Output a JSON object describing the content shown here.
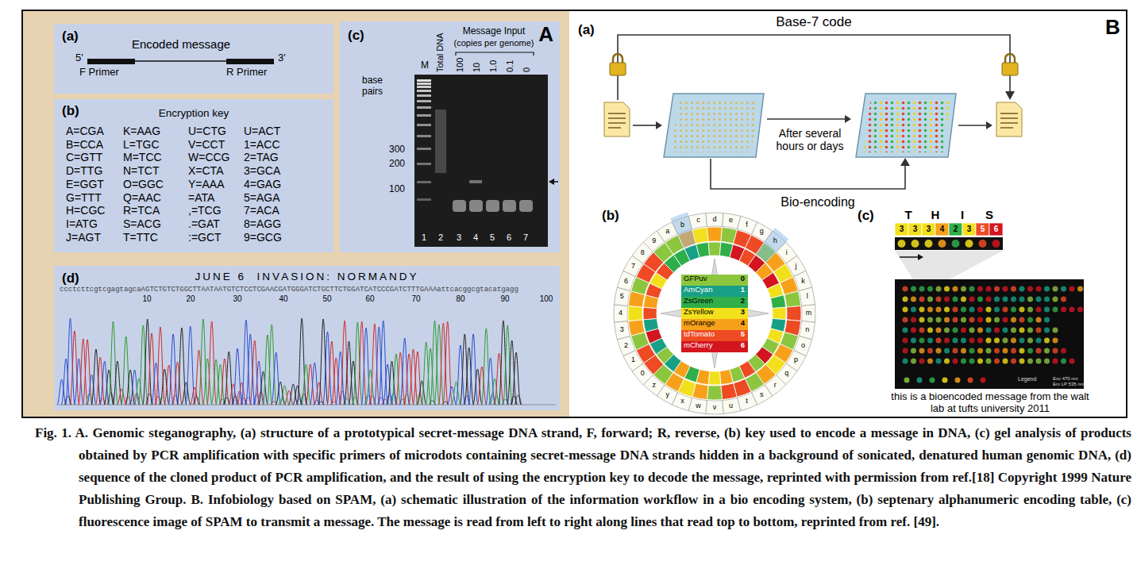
{
  "diagram": {
    "caption": "Fig. 1. A. Genomic steganography, (a) structure of a prototypical secret-message DNA strand, F, forward; R, reverse, (b) key used to encode a message in DNA, (c) gel analysis of products obtained by PCR amplification with specific primers of microdots containing secret-message DNA strands hidden in a background of sonicated, denatured human genomic DNA, (d) sequence of the cloned product of PCR amplification, and the result of using the encryption key to decode the message, reprinted with permission from ref.[18] Copyright 1999 Nature Publishing Group. B. Infobiology based on SPAM, (a) schematic illustration of the information workflow in a bio encoding system, (b) septenary alphanumeric encoding table, (c) fluorescence image of SPAM to transmit a message. The message is read from left to right along lines that read top to bottom, reprinted from ref. [49].",
    "nodes": [
      {
        "text": [
          "(a)"
        ]
      },
      {
        "text": [
          "(b)",
          "Encryption key"
        ]
      },
      {
        "text": [
          "(c)",
          "A"
        ]
      },
      {
        "text": [
          "(d)",
          "JUNE 6  INVASION: NORMANDY"
        ]
      },
      {
        "text": [
          "GFPuv",
          "0"
        ]
      },
      {
        "text": [
          "AmCyan",
          "1"
        ]
      },
      {
        "text": [
          "ZsGreen",
          "2"
        ]
      },
      {
        "text": [
          "ZsYellow",
          "3"
        ]
      },
      {
        "text": [
          "mOrange",
          "4"
        ]
      },
      {
        "text": [
          "tdTomato",
          "5"
        ]
      },
      {
        "text": [
          "mCherry",
          "6"
        ]
      }
    ],
    "labels": [
      "5'",
      "3'",
      "Encoded message",
      "F Primer",
      "R Primer",
      "A=CGA",
      "B=CCA",
      "C=GTT",
      "D=TTG",
      "E=GGT",
      "G=TTT",
      "H=CGC",
      "I=ATG",
      "J=AGT",
      "K=AAG",
      "L=TGC",
      "M=TCC",
      "N=TCT",
      "O=GGC",
      "Q=AAC",
      "R=TCA",
      "S=ACG",
      "T=TTC",
      "U=CTG",
      "V=CCT",
      "W=CCG",
      "X=CTA",
      "Y=AAA",
      "=ATA",
      ",=TCG",
      ".=GAT",
      ":=GCT",
      "U=ACT",
      "1=ACC",
      "2=TAG",
      "3=GCA",
      "4=GAG",
      "5=AGA",
      "7=ACA",
      "8=AGG",
      "9=GCG",
      "base pairs",
      "M",
      "Total DNA",
      "Message Input",
      "(copies per genome)",
      "100",
      "10",
      "1.0",
      "0.1",
      "0",
      "300",
      "200",
      "100",
      "1",
      "2",
      "3",
      "4",
      "5",
      "6",
      "7",
      "ccctcttcgtcgagtagcaAGTCTGTCTGGCTTAATAATGTCTCCTCGAACGATGGGATCTGCTTCTGGATCATCCCGATCTTTGAAAattcacggcgtacatgagg",
      "10",
      "20",
      "30",
      "40",
      "50",
      "60",
      "70",
      "80",
      "90",
      "100",
      "B",
      "(a)",
      "Base-7 code",
      "After several hours or days",
      "Bio-encoding",
      "(b)",
      "(c)",
      "T",
      "H",
      "I",
      "S",
      "3",
      "3",
      "3",
      "4",
      "2",
      "3",
      "5",
      "6",
      "Legend",
      "Exc 470 nm",
      "Em LP 535 nm",
      "this is a bioencoded message from the walt lab at tufts university 2011",
      "a",
      "b",
      "c",
      "d",
      "e",
      "f",
      "g",
      "h",
      "i",
      "j",
      "k",
      "l",
      "m",
      "n",
      "o",
      "p",
      "q",
      "r",
      "s",
      "t",
      "u",
      "v",
      "w",
      "x",
      "y",
      "z",
      "0",
      "1",
      "2",
      "3",
      "4",
      "5",
      "6",
      "7",
      "8",
      "9"
    ]
  }
}
